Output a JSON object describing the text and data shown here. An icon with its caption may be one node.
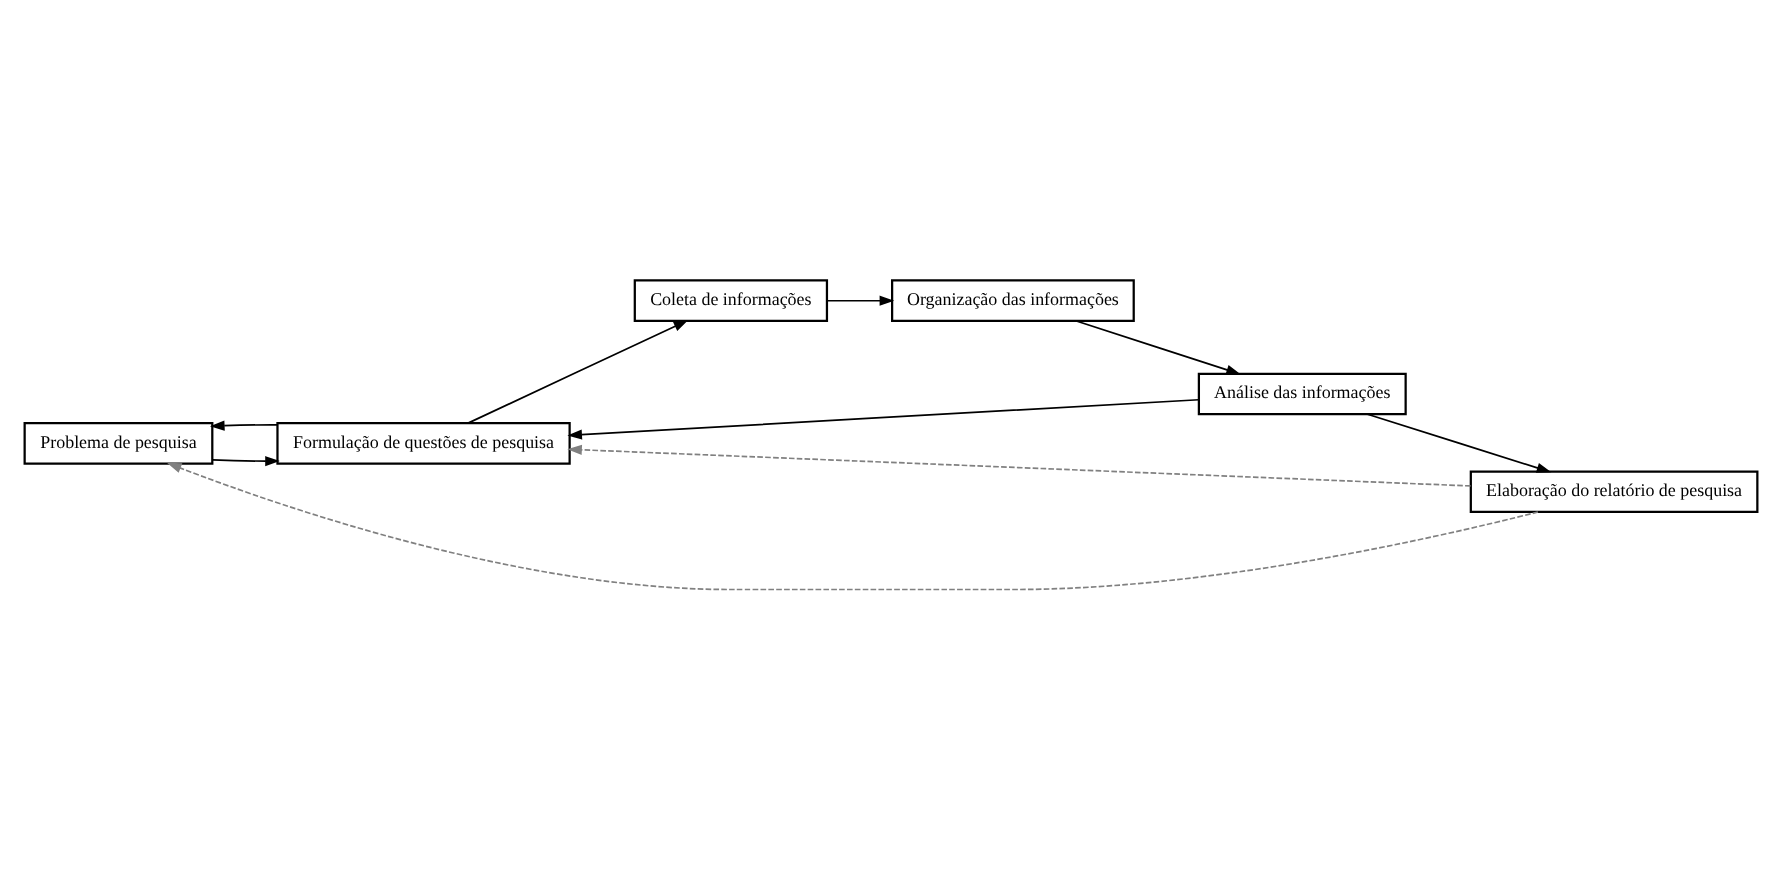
{
  "diagram": {
    "nodes": [
      {
        "text": [
          "Problema de pesquisa"
        ]
      },
      {
        "text": [
          "Formulação de questões de pesquisa"
        ]
      },
      {
        "text": [
          "Coleta de informações"
        ]
      },
      {
        "text": [
          "Organização das informações"
        ]
      },
      {
        "text": [
          "Análise das informações"
        ]
      },
      {
        "text": [
          "Elaboração do relatório de pesquisa"
        ]
      }
    ],
    "edges": [
      {
        "from": 0,
        "to": 1,
        "arrow": "to"
      },
      {
        "from": 1,
        "to": 2,
        "arrow": "to"
      },
      {
        "from": 2,
        "to": 3,
        "arrow": "to"
      },
      {
        "from": 3,
        "to": 4,
        "arrow": "to"
      },
      {
        "from": 4,
        "to": 1,
        "arrow": "to"
      },
      {
        "from": 1,
        "to": 0,
        "arrow": "to"
      },
      {
        "from": 5,
        "to": 0,
        "arrow": "to",
        "style": "dashed",
        "color": "#808080"
      },
      {
        "from": 5,
        "to": 1,
        "arrow": "to",
        "style": "dashed",
        "color": "#808080"
      },
      {
        "from": 4,
        "to": 5,
        "arrow": "to"
      }
    ]
  }
}
